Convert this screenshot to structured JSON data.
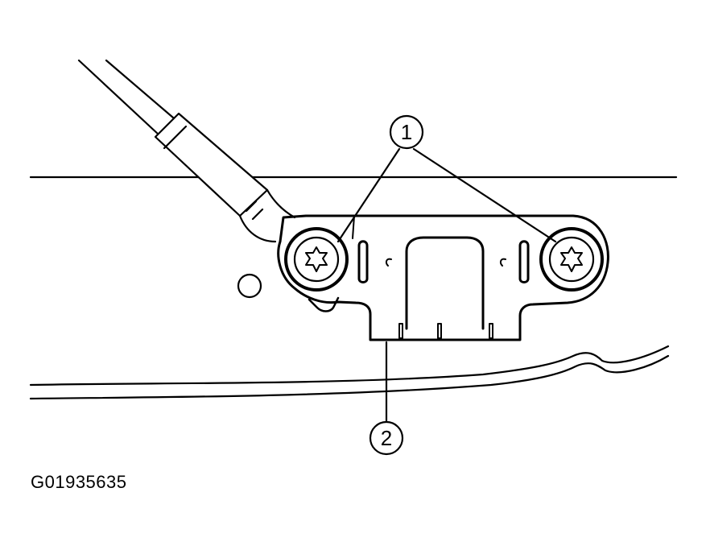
{
  "diagram": {
    "callouts": [
      {
        "number": "1"
      },
      {
        "number": "2"
      }
    ],
    "figure_id": "G01935635"
  },
  "colors": {
    "ink": "#000000",
    "paper": "#ffffff"
  },
  "icons": {
    "fastener": "torx-head-icon"
  }
}
